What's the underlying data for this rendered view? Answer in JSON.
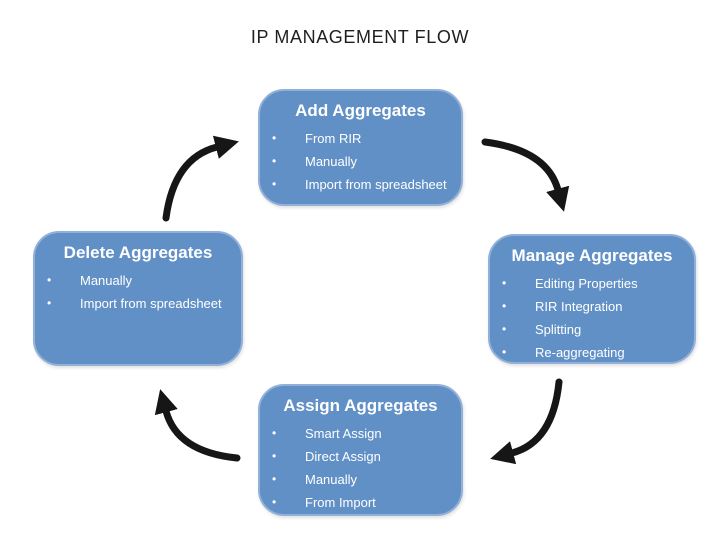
{
  "title": "IP MANAGEMENT FLOW",
  "colors": {
    "background": "#ffffff",
    "title_text": "#1f1f1f",
    "box_fill": "#6190c6",
    "box_border": "#93b1d8",
    "box_text": "#ffffff",
    "arrow": "#161616"
  },
  "boxes": {
    "add": {
      "title": "Add Aggregates",
      "items": [
        "From RIR",
        "Manually",
        "Import from spreadsheet"
      ]
    },
    "manage": {
      "title": "Manage Aggregates",
      "items": [
        "Editing Properties",
        "RIR Integration",
        "Splitting",
        "Re-aggregating"
      ]
    },
    "assign": {
      "title": "Assign Aggregates",
      "items": [
        "Smart Assign",
        "Direct Assign",
        "Manually",
        "From Import"
      ]
    },
    "delete": {
      "title": "Delete Aggregates",
      "items": [
        "Manually",
        "Import from spreadsheet"
      ]
    }
  },
  "arrows": [
    {
      "from": "Add Aggregates",
      "to": "Manage Aggregates"
    },
    {
      "from": "Manage Aggregates",
      "to": "Assign Aggregates"
    },
    {
      "from": "Assign Aggregates",
      "to": "Delete Aggregates"
    },
    {
      "from": "Delete Aggregates",
      "to": "Add Aggregates"
    }
  ]
}
